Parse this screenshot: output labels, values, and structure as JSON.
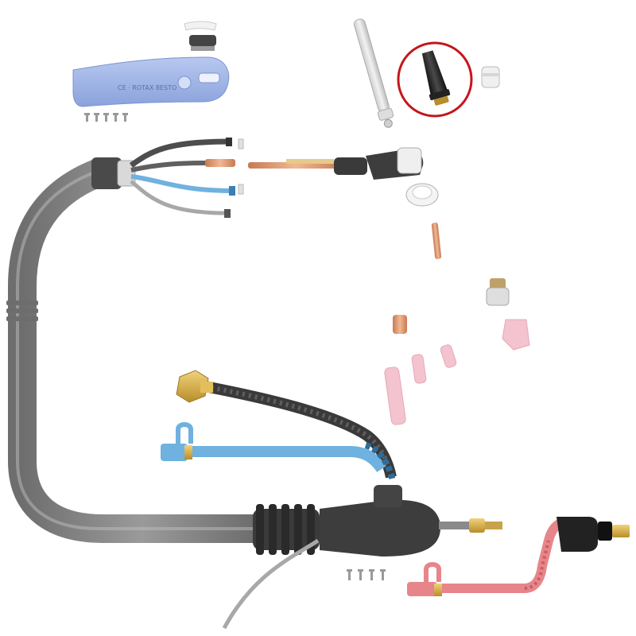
{
  "diagram": {
    "handle_marking": "CE  · ROTAX 8ESTO",
    "colors": {
      "hose_gray": "#8a8a8a",
      "hose_dark": "#555555",
      "handle_blue": "#9db3e6",
      "water_blue": "#6fb1df",
      "water_red": "#e7868a",
      "brass": "#d9b04a",
      "copper": "#e0a27c",
      "ceramic_pink": "#f3c3cf",
      "highlight_ring": "#c4161c",
      "cap_black": "#2a2a2a"
    },
    "parts": [
      {
        "id": "torch-handle",
        "icon": "handle-icon"
      },
      {
        "id": "handle-clip",
        "icon": "clip-icon"
      },
      {
        "id": "handle-screws",
        "icon": "screw-icon"
      },
      {
        "id": "main-hose",
        "icon": "hose-icon"
      },
      {
        "id": "hose-cable-bundle",
        "icon": "cable-icon"
      },
      {
        "id": "long-back-cap",
        "icon": "back-cap-icon"
      },
      {
        "id": "short-back-cap",
        "icon": "back-cap-icon",
        "highlighted": true
      },
      {
        "id": "back-cap-o-ring",
        "icon": "ring-icon"
      },
      {
        "id": "torch-body",
        "icon": "torch-head-icon"
      },
      {
        "id": "head-insulator",
        "icon": "ring-icon"
      },
      {
        "id": "tungsten-electrode",
        "icon": "electrode-icon"
      },
      {
        "id": "gas-lens",
        "icon": "gas-lens-icon"
      },
      {
        "id": "collet-body",
        "icon": "collet-icon"
      },
      {
        "id": "gas-lens-nozzle",
        "icon": "nozzle-icon"
      },
      {
        "id": "collet-small",
        "icon": "collet-icon"
      },
      {
        "id": "ceramic-nozzles",
        "icon": "nozzle-icon"
      },
      {
        "id": "gas-connector",
        "icon": "nut-icon"
      },
      {
        "id": "water-in-blue",
        "icon": "water-connector-icon"
      },
      {
        "id": "power-adapter",
        "icon": "adapter-icon"
      },
      {
        "id": "water-out-red",
        "icon": "water-connector-icon"
      },
      {
        "id": "adapter-screws",
        "icon": "screw-icon"
      }
    ]
  }
}
